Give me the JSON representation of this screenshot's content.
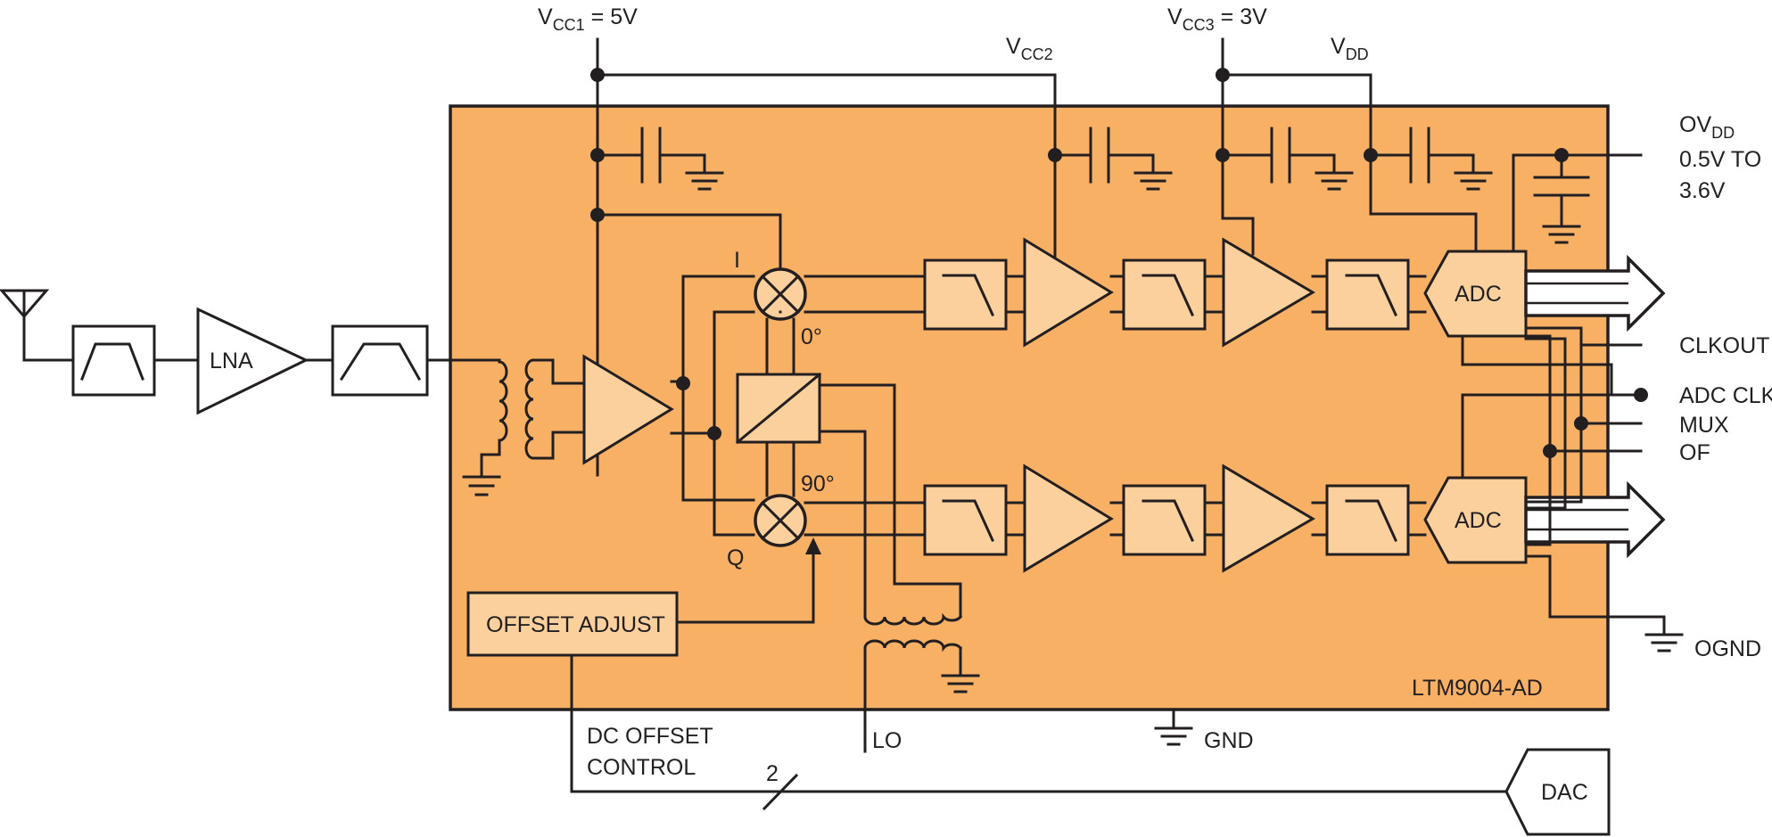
{
  "supplies": {
    "vcc1": {
      "main": "V",
      "sub": "CC1",
      "suffix": " = 5V"
    },
    "vcc2": {
      "main": "V",
      "sub": "CC2"
    },
    "vcc3": {
      "main": "V",
      "sub": "CC3",
      "suffix": " = 3V"
    },
    "vdd": {
      "main": "V",
      "sub": "DD"
    },
    "ovdd": {
      "main": "OV",
      "sub": "DD",
      "line2": "0.5V TO",
      "line3": "3.6V"
    }
  },
  "blocks": {
    "lna": "LNA",
    "adc_i": "ADC",
    "adc_q": "ADC",
    "offset_adjust": "OFFSET ADJUST",
    "dac": "DAC",
    "module_name": "LTM9004-AD"
  },
  "labels": {
    "i": "I",
    "q": "Q",
    "deg0": "0°",
    "deg90": "90°",
    "clkout": "CLKOUT",
    "adc_clk": "ADC CLK",
    "mux": "MUX",
    "of": "OF",
    "ognd": "OGND",
    "gnd": "GND",
    "lo": "LO",
    "dc_offset_1": "DC OFFSET",
    "dc_offset_2": "CONTROL",
    "bus_width": "2"
  },
  "colors": {
    "module_fill": "#f8b064",
    "block_fill": "#fcd09d",
    "line": "#231f20"
  }
}
